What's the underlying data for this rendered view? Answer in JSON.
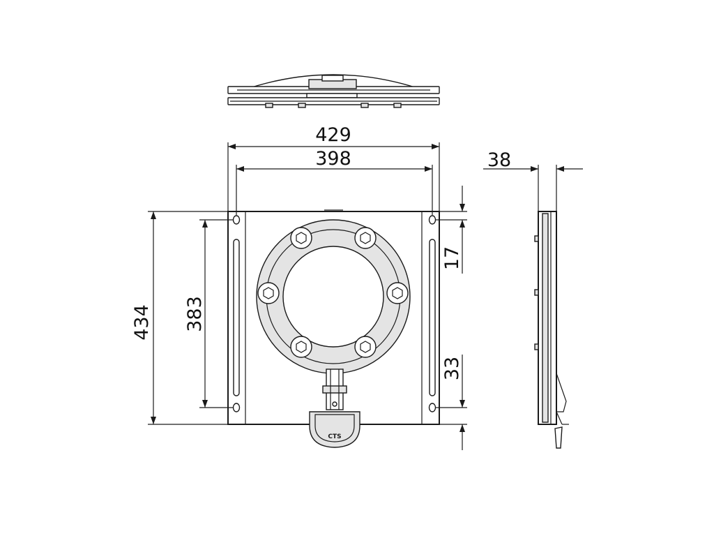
{
  "dimensions": {
    "outer_width": "429",
    "inner_width": "398",
    "depth": "38",
    "outer_height": "434",
    "inner_height": "383",
    "top_offset": "17",
    "bottom_offset": "33"
  },
  "logo_text": "CTS",
  "colors": {
    "line": "#1a1a1a",
    "shade": "#e4e4e4",
    "background": "#ffffff"
  }
}
